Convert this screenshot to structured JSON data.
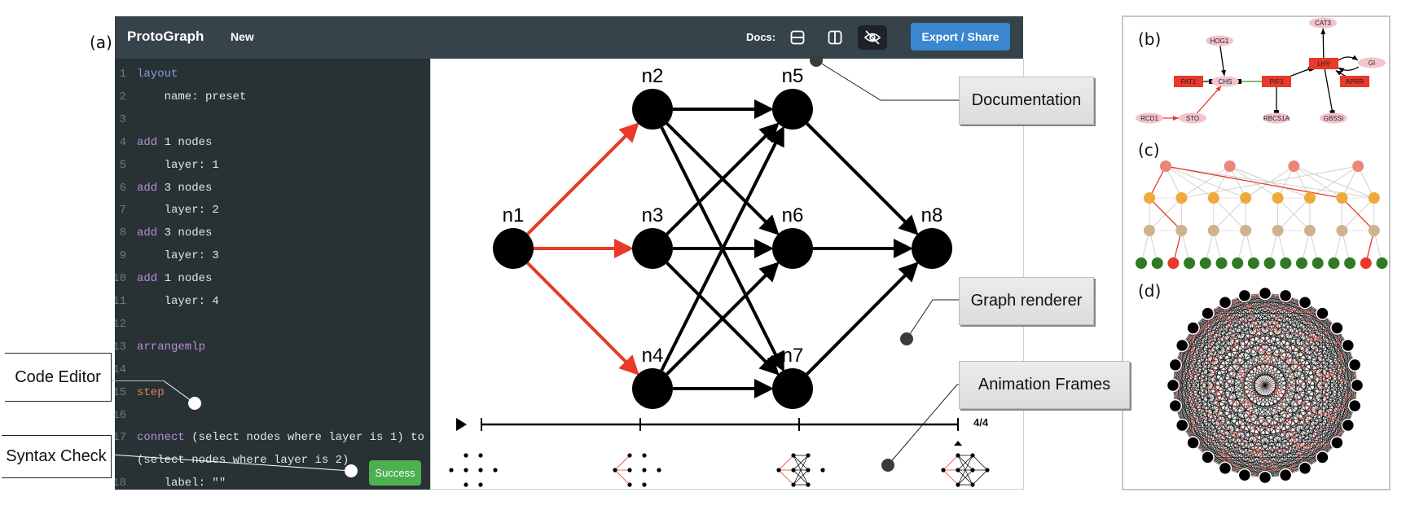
{
  "figure_labels": {
    "a": "(a)",
    "b": "(b)",
    "c": "(c)",
    "d": "(d)"
  },
  "header": {
    "title": "ProtoGraph",
    "new_label": "New",
    "docs_label": "Docs:",
    "doc_icons": [
      "split-horizontal-icon",
      "split-vertical-icon",
      "eye-off-icon"
    ],
    "active_doc_icon": "eye-off-icon",
    "export_label": "Export / Share",
    "colors": {
      "header_bg": "#37434a",
      "export_bg": "#3a87d0"
    }
  },
  "editor": {
    "lines": [
      {
        "num": "1",
        "tokens": [
          {
            "t": "layout",
            "k": "blue"
          }
        ]
      },
      {
        "num": "2",
        "tokens": [
          {
            "t": "    name: preset",
            "k": "plain"
          }
        ]
      },
      {
        "num": "3",
        "tokens": []
      },
      {
        "num": "4",
        "tokens": [
          {
            "t": "add",
            "k": "purple"
          },
          {
            "t": " 1 nodes",
            "k": "plain"
          }
        ]
      },
      {
        "num": "5",
        "tokens": [
          {
            "t": "    layer: 1",
            "k": "plain"
          }
        ]
      },
      {
        "num": "6",
        "tokens": [
          {
            "t": "add",
            "k": "purple"
          },
          {
            "t": " 3 nodes",
            "k": "plain"
          }
        ]
      },
      {
        "num": "7",
        "tokens": [
          {
            "t": "    layer: 2",
            "k": "plain"
          }
        ]
      },
      {
        "num": "8",
        "tokens": [
          {
            "t": "add",
            "k": "purple"
          },
          {
            "t": " 3 nodes",
            "k": "plain"
          }
        ]
      },
      {
        "num": "9",
        "tokens": [
          {
            "t": "    layer: 3",
            "k": "plain"
          }
        ]
      },
      {
        "num": "10",
        "tokens": [
          {
            "t": "add",
            "k": "purple"
          },
          {
            "t": " 1 nodes",
            "k": "plain"
          }
        ]
      },
      {
        "num": "11",
        "tokens": [
          {
            "t": "    layer: 4",
            "k": "plain"
          }
        ]
      },
      {
        "num": "12",
        "tokens": []
      },
      {
        "num": "13",
        "tokens": [
          {
            "t": "arrangemlp",
            "k": "purple"
          }
        ]
      },
      {
        "num": "14",
        "tokens": []
      },
      {
        "num": "15",
        "tokens": [
          {
            "t": "step",
            "k": "orange"
          }
        ]
      },
      {
        "num": "16",
        "tokens": []
      },
      {
        "num": "17",
        "tokens": [
          {
            "t": "connect",
            "k": "purple"
          },
          {
            "t": " (select nodes where layer is 1) to",
            "k": "plain"
          }
        ]
      },
      {
        "num": "",
        "tokens": [
          {
            "t": "(select nodes where layer is 2)",
            "k": "plain"
          }
        ]
      },
      {
        "num": "18",
        "tokens": [
          {
            "t": "    label: \"\"",
            "k": "plain"
          }
        ]
      }
    ],
    "syntax_status": "Success",
    "colors": {
      "bg": "#283134",
      "success": "#4caf50"
    }
  },
  "graph": {
    "nodes": [
      {
        "id": "n1",
        "layer": 1
      },
      {
        "id": "n2",
        "layer": 2
      },
      {
        "id": "n3",
        "layer": 2
      },
      {
        "id": "n4",
        "layer": 2
      },
      {
        "id": "n5",
        "layer": 3
      },
      {
        "id": "n6",
        "layer": 3
      },
      {
        "id": "n7",
        "layer": 3
      },
      {
        "id": "n8",
        "layer": 4
      }
    ],
    "edges": [
      {
        "from": "n1",
        "to": "n2",
        "color": "#e8392a"
      },
      {
        "from": "n1",
        "to": "n3",
        "color": "#e8392a"
      },
      {
        "from": "n1",
        "to": "n4",
        "color": "#e8392a"
      },
      {
        "from": "n2",
        "to": "n5",
        "color": "#000000"
      },
      {
        "from": "n2",
        "to": "n6",
        "color": "#000000"
      },
      {
        "from": "n2",
        "to": "n7",
        "color": "#000000"
      },
      {
        "from": "n3",
        "to": "n5",
        "color": "#000000"
      },
      {
        "from": "n3",
        "to": "n6",
        "color": "#000000"
      },
      {
        "from": "n3",
        "to": "n7",
        "color": "#000000"
      },
      {
        "from": "n4",
        "to": "n5",
        "color": "#000000"
      },
      {
        "from": "n4",
        "to": "n6",
        "color": "#000000"
      },
      {
        "from": "n4",
        "to": "n7",
        "color": "#000000"
      },
      {
        "from": "n5",
        "to": "n8",
        "color": "#000000"
      },
      {
        "from": "n6",
        "to": "n8",
        "color": "#000000"
      },
      {
        "from": "n7",
        "to": "n8",
        "color": "#000000"
      }
    ]
  },
  "timeline": {
    "frames": 4,
    "current_frame": 4,
    "counter_label": "4/4",
    "play_icon": "play-icon"
  },
  "callouts": {
    "documentation": "Documentation",
    "graph_renderer": "Graph renderer",
    "animation_frames": "Animation Frames",
    "code_editor": "Code Editor",
    "syntax_check": "Syntax Check"
  },
  "panel_b": {
    "nodes": [
      {
        "label": "HOG1",
        "shape": "ellipse"
      },
      {
        "label": "PAT1",
        "shape": "rect"
      },
      {
        "label": "CHS",
        "shape": "ellipse"
      },
      {
        "label": "RCD1",
        "shape": "ellipse"
      },
      {
        "label": "STO",
        "shape": "ellipse"
      },
      {
        "label": "PIF3",
        "shape": "rect"
      },
      {
        "label": "RBCS1A",
        "shape": "ellipse"
      },
      {
        "label": "CAT3",
        "shape": "ellipse"
      },
      {
        "label": "LHY",
        "shape": "rect"
      },
      {
        "label": "GI",
        "shape": "ellipse"
      },
      {
        "label": "APRR",
        "shape": "rect"
      },
      {
        "label": "GBSSI",
        "shape": "ellipse"
      }
    ],
    "colors": {
      "ellipse": "#f2c4cc",
      "rect": "#e8392a",
      "green_edge": "#3a8a2a",
      "red_edge": "#e8392a"
    }
  },
  "panel_c": {
    "layers": [
      {
        "count": 4,
        "color": "#e8877a"
      },
      {
        "count": 8,
        "color": "#f0a93a"
      },
      {
        "count": 8,
        "color": "#cdb38f"
      },
      {
        "count": 16,
        "color": "#2f7a22",
        "highlight_indices": [
          2,
          14
        ],
        "highlight_color": "#e8392a"
      }
    ]
  },
  "panel_d": {
    "node_count": 28,
    "colors": {
      "node": "#000000",
      "edge": "#000000",
      "highlight_edge": "#e8392a"
    }
  }
}
